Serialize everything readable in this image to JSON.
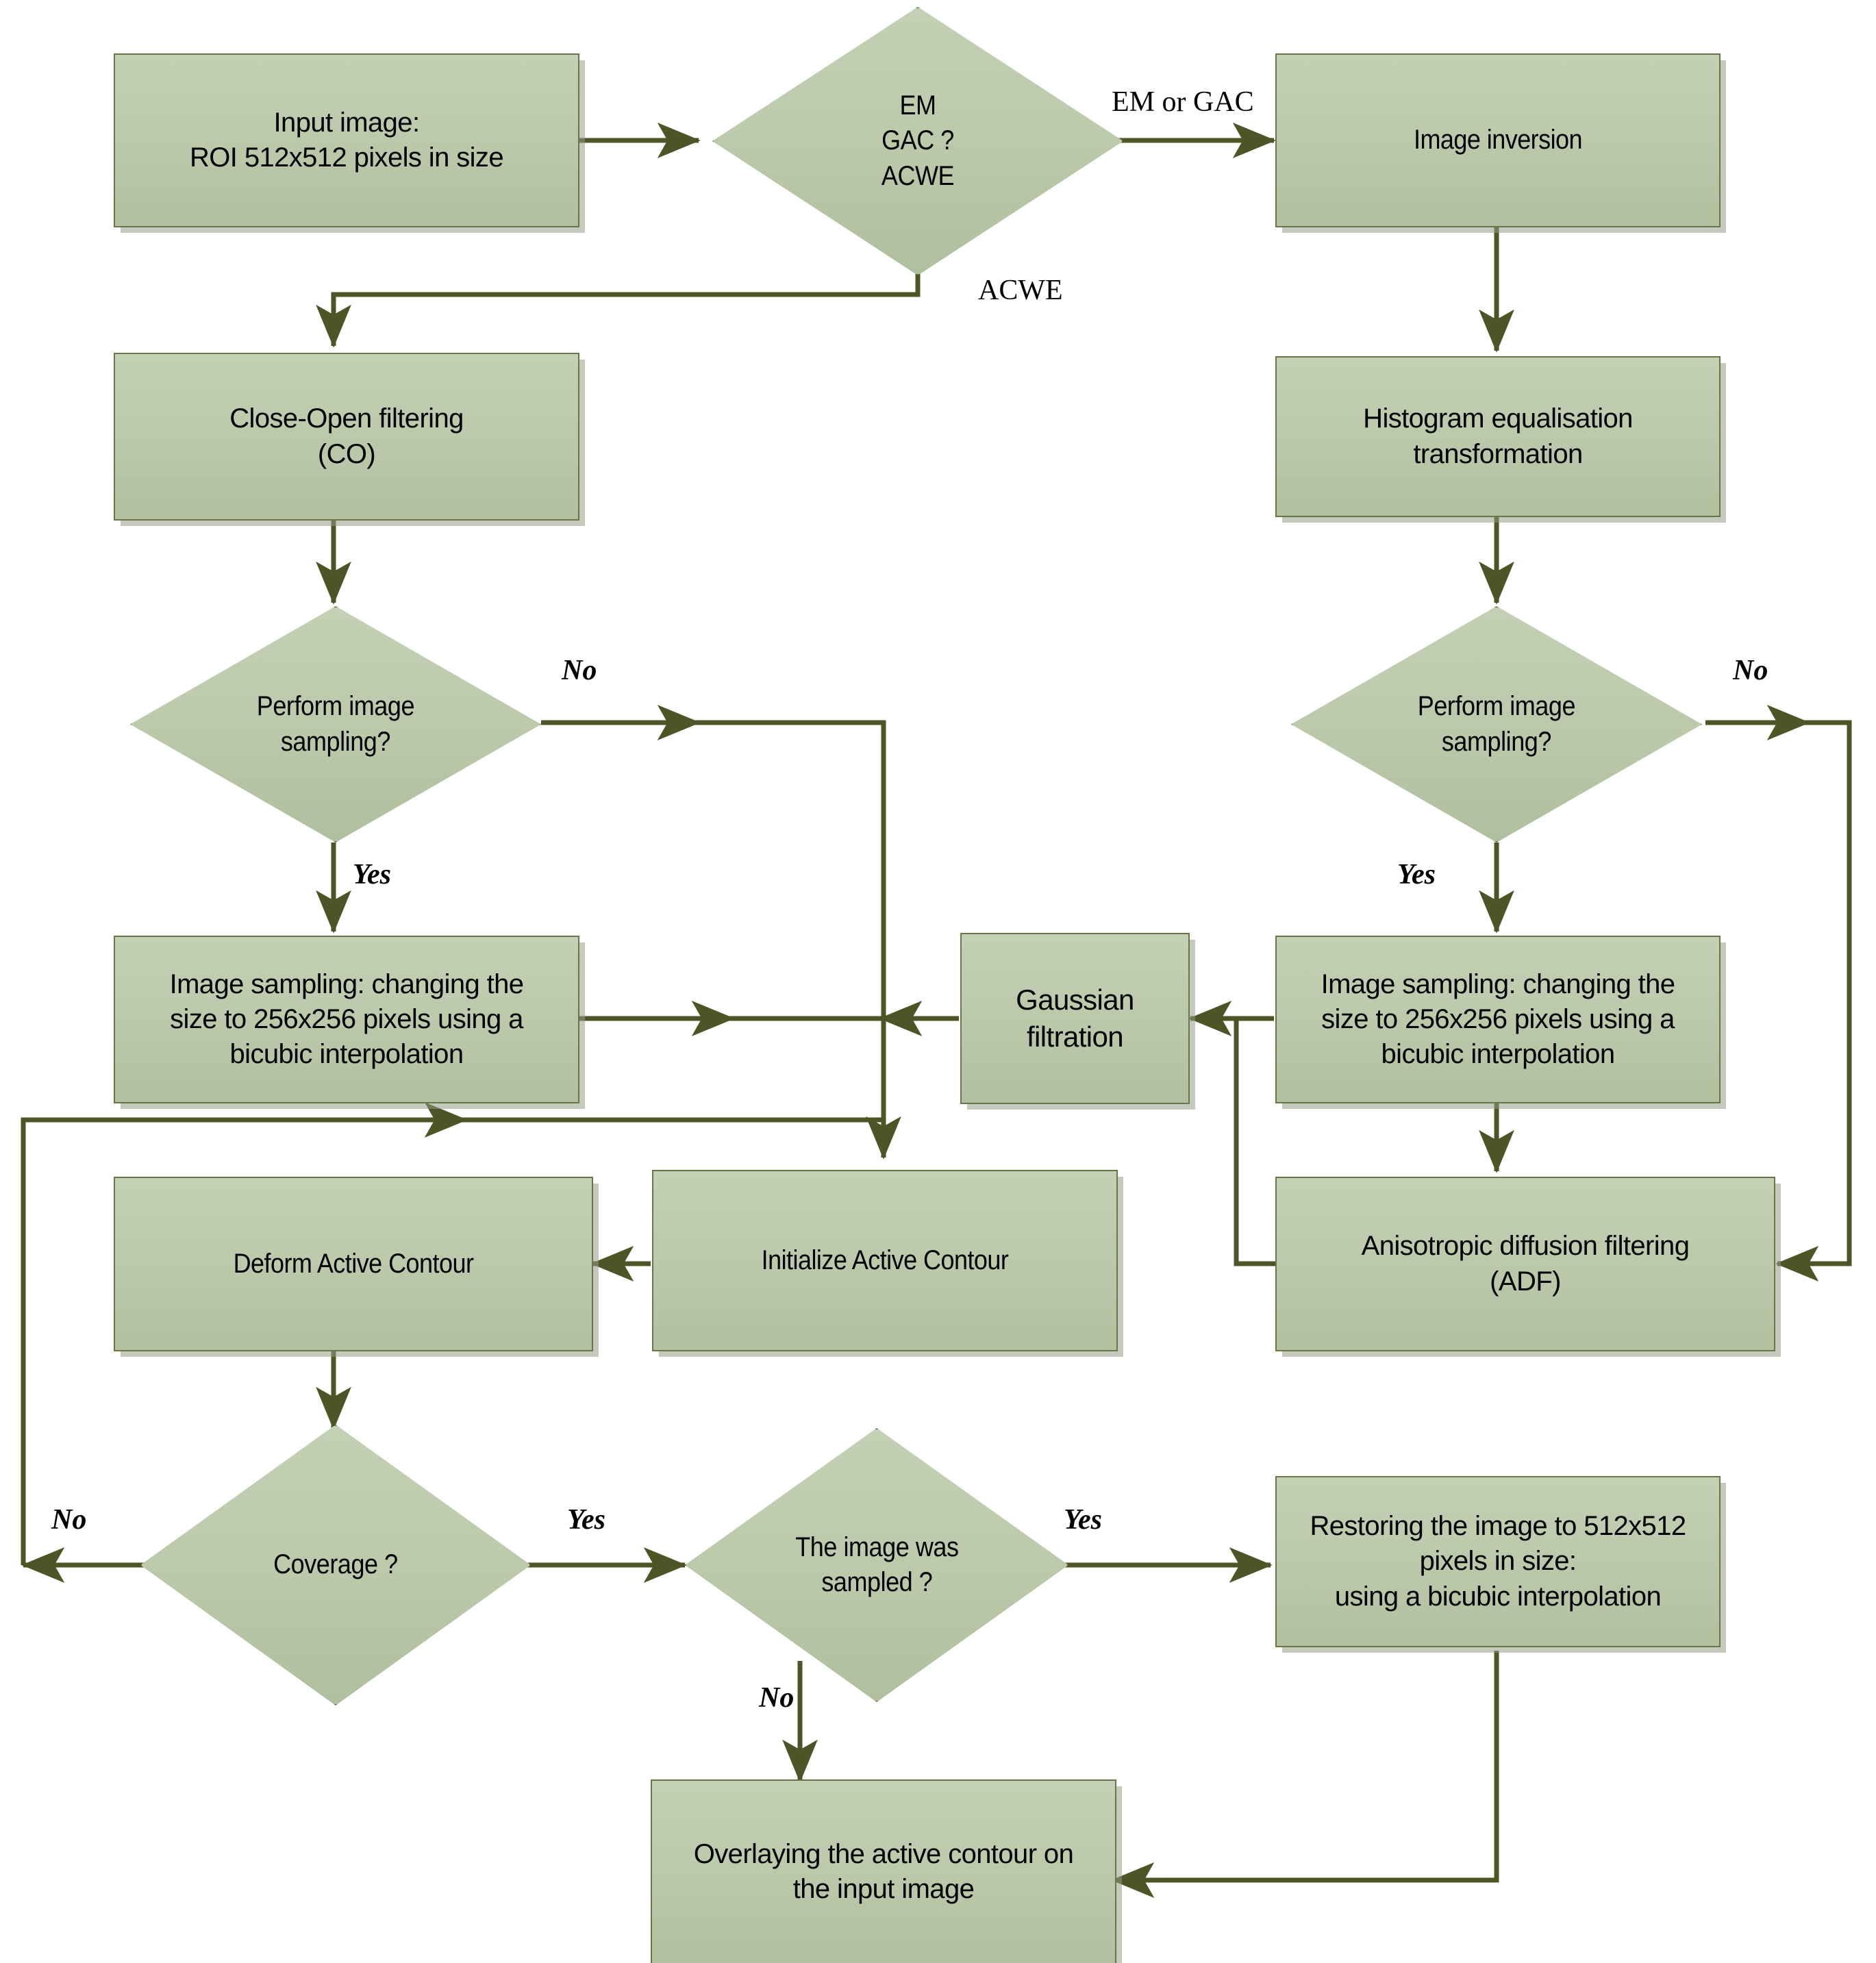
{
  "diagram": {
    "title": "Active contour segmentation processing pipeline flowchart",
    "colors": {
      "node_fill_top": "#c4d0b4",
      "node_fill_bottom": "#b2c0a0",
      "node_border": "#6a7548",
      "edge_line": "#4d5426",
      "shadow": "#969b87",
      "background": "#ffffff",
      "text": "#000000"
    },
    "nodes": {
      "input_image": "Input image:\nROI 512x512 pixels in size",
      "input_image_line1": "Input image:",
      "input_image_line2": "ROI 512x512 pixels in size",
      "method_decision_line1": "EM",
      "method_decision_line2": "GAC ?",
      "method_decision_line3": "ACWE",
      "image_inversion": "Image inversion",
      "histogram_line1": "Histogram equalisation",
      "histogram_line2": "transformation",
      "close_open_line1": "Close-Open filtering",
      "close_open_line2": "(CO)",
      "perform_sampling_left_line1": "Perform image",
      "perform_sampling_left_line2": "sampling?",
      "perform_sampling_right_line1": "Perform image",
      "perform_sampling_right_line2": "sampling?",
      "image_sampling_left_line1": "Image sampling: changing the",
      "image_sampling_left_line2": "size to 256x256 pixels using a",
      "image_sampling_left_line3": "bicubic interpolation",
      "image_sampling_right_line1": "Image sampling: changing the",
      "image_sampling_right_line2": "size to 256x256 pixels using a",
      "image_sampling_right_line3": "bicubic interpolation",
      "gaussian_line1": "Gaussian",
      "gaussian_line2": "filtration",
      "deform_active_contour": "Deform Active Contour",
      "initialize_active_contour": "Initialize Active Contour",
      "adf_line1": "Anisotropic diffusion filtering",
      "adf_line2": "(ADF)",
      "coverage_decision": "Coverage ?",
      "sampled_decision_line1": "The image was",
      "sampled_decision_line2": "sampled ?",
      "restoring_line1": "Restoring the image to 512x512",
      "restoring_line2": "pixels in size:",
      "restoring_line3": "using a bicubic interpolation",
      "overlay_line1": "Overlaying the active contour on",
      "overlay_line2": "the input image"
    },
    "edge_labels": {
      "em_or_gac": "EM or GAC",
      "acwe": "ACWE",
      "left_sampling_no": "No",
      "left_sampling_yes": "Yes",
      "right_sampling_no": "No",
      "right_sampling_yes": "Yes",
      "coverage_no": "No",
      "coverage_yes": "Yes",
      "sampled_yes": "Yes",
      "sampled_no": "No"
    }
  }
}
